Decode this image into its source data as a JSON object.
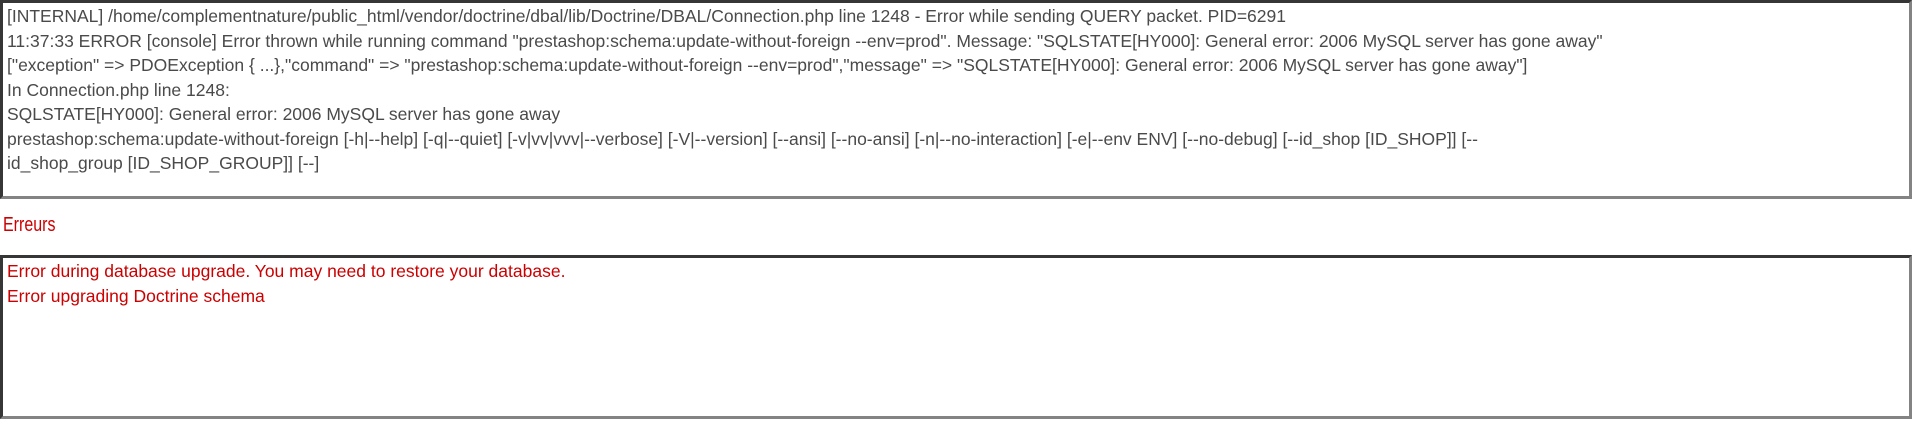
{
  "log": {
    "lines": [
      "[INTERNAL] /home/complementnature/public_html/vendor/doctrine/dbal/lib/Doctrine/DBAL/Connection.php line 1248 - Error while sending QUERY packet. PID=6291",
      "11:37:33 ERROR [console] Error thrown while running command \"prestashop:schema:update-without-foreign --env=prod\". Message: \"SQLSTATE[HY000]: General error: 2006 MySQL server has gone away\"",
      "[\"exception\" => PDOException { ...},\"command\" => \"prestashop:schema:update-without-foreign --env=prod\",\"message\" => \"SQLSTATE[HY000]: General error: 2006 MySQL server has gone away\"]",
      "In Connection.php line 1248:",
      "SQLSTATE[HY000]: General error: 2006 MySQL server has gone away",
      "prestashop:schema:update-without-foreign [-h|--help] [-q|--quiet] [-v|vv|vvv|--verbose] [-V|--version] [--ansi] [--no-ansi] [-n|--no-interaction] [-e|--env ENV] [--no-debug] [--id_shop [ID_SHOP]] [--",
      "id_shop_group [ID_SHOP_GROUP]] [--]"
    ]
  },
  "errors": {
    "heading": "Erreurs",
    "lines": [
      "Error during database upgrade. You may need to restore your database.",
      "Error upgrading Doctrine schema"
    ]
  },
  "colors": {
    "error": "#cc0000",
    "text": "#4a4a4a"
  }
}
